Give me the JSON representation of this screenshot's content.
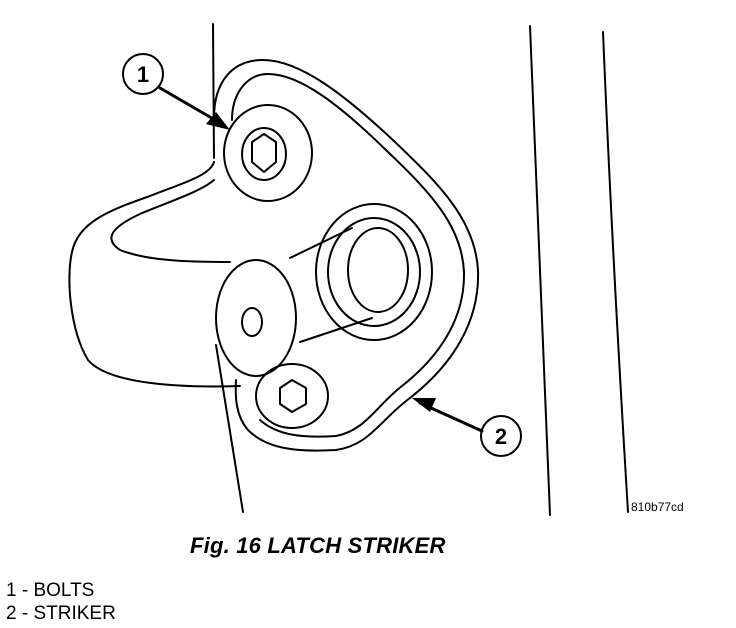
{
  "figure": {
    "code": "810b77cd",
    "caption": "Fig. 16 LATCH STRIKER",
    "callouts": [
      {
        "number": "1",
        "label": "BOLTS"
      },
      {
        "number": "2",
        "label": "STRIKER"
      }
    ],
    "legend": [
      {
        "number": "1",
        "sep": " - ",
        "label": "BOLTS"
      },
      {
        "number": "2",
        "sep": " - ",
        "label": "STRIKER"
      }
    ]
  }
}
